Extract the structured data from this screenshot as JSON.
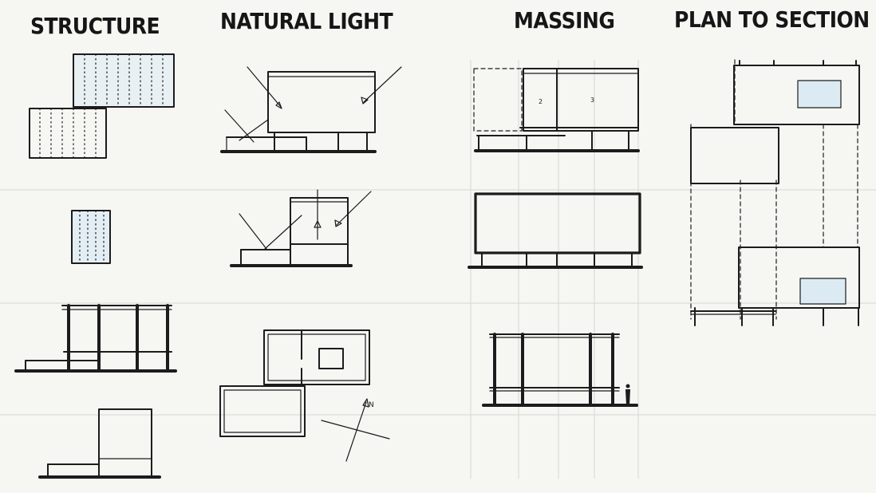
{
  "headings": {
    "structure": "STRUCTURE",
    "natural_light": "NATURAL LIGHT",
    "massing": "MASSING",
    "plan_to_section": "PLAN TO SECTION"
  },
  "labels": {
    "north": "N",
    "room_a": "2",
    "room_b": "3"
  },
  "colors": {
    "ink": "#1c1c1c",
    "paper": "#f6f6f3",
    "glass": "#dcebf3"
  }
}
